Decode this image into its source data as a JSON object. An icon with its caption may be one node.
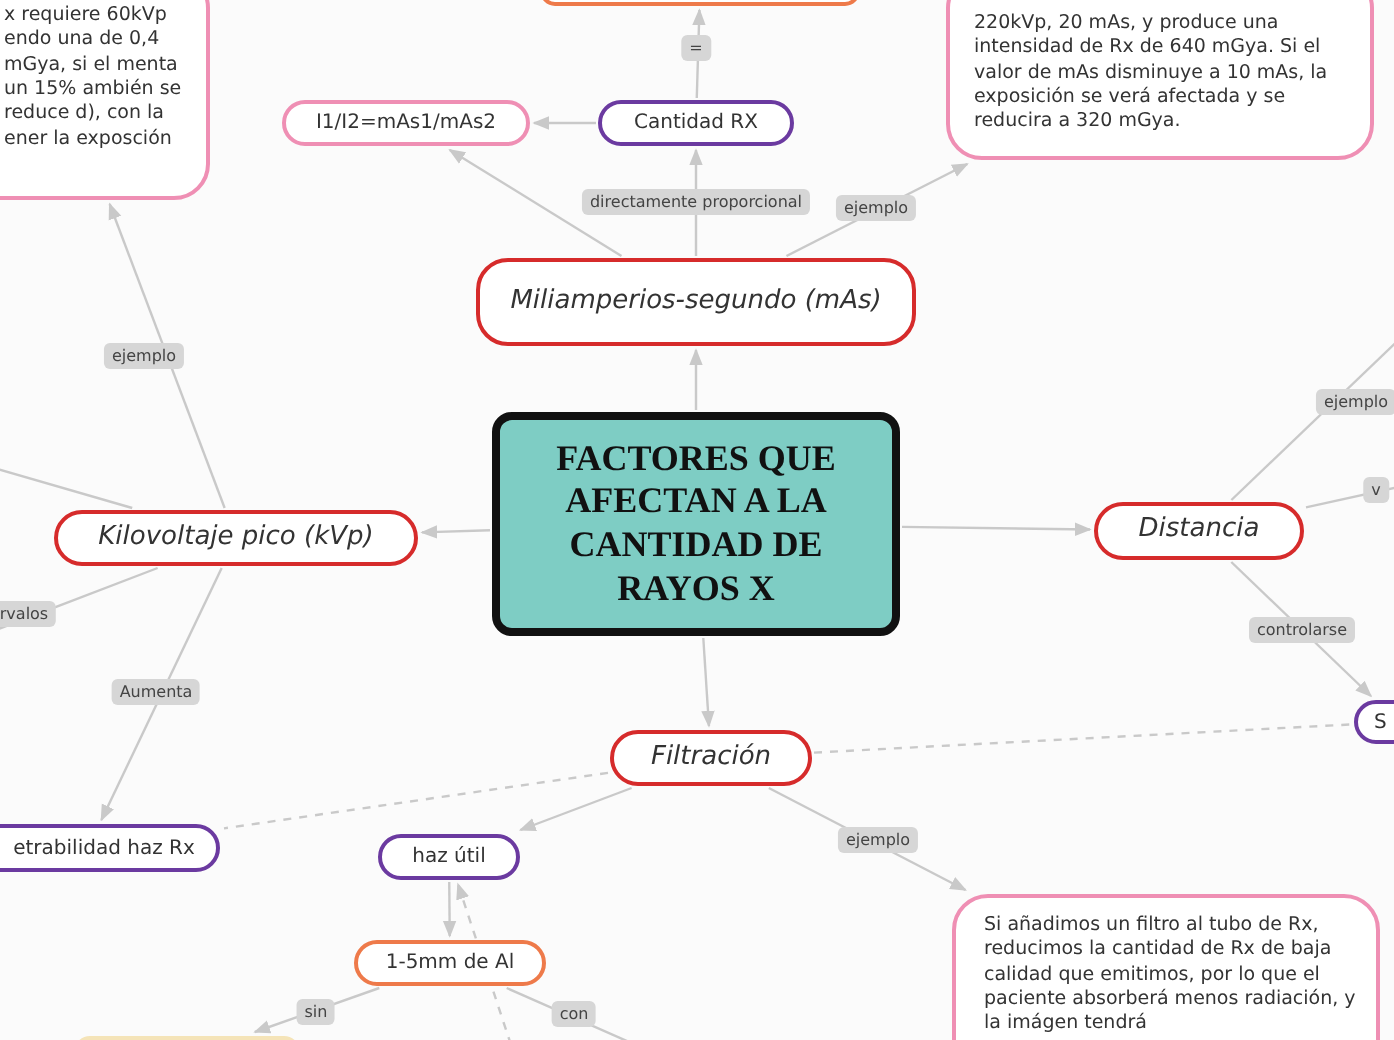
{
  "diagram": {
    "nodes": [
      {
        "text": [
          "FACTORES QUE AFECTAN A LA CANTIDAD DE RAYOS X"
        ]
      },
      {
        "text": [
          "Miliamperios-segundo (mAs)"
        ]
      },
      {
        "text": [
          "Cantidad RX"
        ]
      },
      {
        "text": [
          "I1/I2=mAs1/mAs2"
        ]
      },
      {
        "text": [],
        "shape": "box"
      },
      {
        "text": [
          "220kVp, 20 mAs, y produce una intensidad de Rx de 640 mGya. Si el valor de mAs disminuye a 10 mAs, la exposición se verá afectada y se reducira a 320 mGya."
        ]
      },
      {
        "text": [
          "x requiere 60kVp endo una de 0,4 mGya, si el menta un 15% ambién se reduce d), con la ener la exposción"
        ]
      },
      {
        "text": [
          "Kilovoltaje pico (kVp)"
        ]
      },
      {
        "text": [
          "etrabilidad haz Rx"
        ]
      },
      {
        "text": [
          "Distancia"
        ]
      },
      {
        "text": [
          "S"
        ]
      },
      {
        "text": [
          "Filtración"
        ]
      },
      {
        "text": [
          "haz útil"
        ]
      },
      {
        "text": [
          "1-5mm de Al"
        ]
      },
      {
        "text": [
          "Si añadimos un filtro al tubo de Rx, reducimos la cantidad de Rx de baja calidad que emitimos, por lo que el paciente absorberá menos radiación, y la imágen tendrá"
        ]
      },
      {
        "text": [],
        "shape": "box"
      }
    ],
    "edges": [
      {
        "from": 0,
        "to": 1,
        "arrow": "to"
      },
      {
        "from": 0,
        "to": 7,
        "arrow": "to"
      },
      {
        "from": 0,
        "to": 9,
        "arrow": "to"
      },
      {
        "from": 0,
        "to": 11,
        "arrow": "to"
      },
      {
        "from": 1,
        "to": 2,
        "arrow": "to",
        "label": "directamente proporcional"
      },
      {
        "from": 1,
        "to": 3,
        "arrow": "to"
      },
      {
        "from": 1,
        "to": 5,
        "arrow": "to",
        "label": "ejemplo"
      },
      {
        "from": 2,
        "to": 3,
        "arrow": "to"
      },
      {
        "from": 2,
        "to": 4,
        "arrow": "to",
        "label": "="
      },
      {
        "from": 7,
        "to": 6,
        "arrow": "to",
        "label": "ejemplo"
      },
      {
        "from": 7,
        "to": null,
        "arrow": "none"
      },
      {
        "from": 7,
        "to": null,
        "arrow": "none",
        "label": "rvalos"
      },
      {
        "from": 7,
        "to": 8,
        "arrow": "to",
        "label": "Aumenta"
      },
      {
        "from": 11,
        "to": 8,
        "arrow": "none",
        "style": "dashed"
      },
      {
        "from": 11,
        "to": 10,
        "arrow": "none",
        "style": "dashed"
      },
      {
        "from": 9,
        "to": null,
        "arrow": "none",
        "label": "ejemplo"
      },
      {
        "from": 9,
        "to": null,
        "arrow": "none",
        "label": "v"
      },
      {
        "from": 9,
        "to": 10,
        "arrow": "to",
        "label": "controlarse"
      },
      {
        "from": 11,
        "to": 12,
        "arrow": "to"
      },
      {
        "from": 11,
        "to": 14,
        "arrow": "to",
        "label": "ejemplo"
      },
      {
        "from": 12,
        "to": 13,
        "arrow": "to"
      },
      {
        "from": 13,
        "to": 15,
        "arrow": "to",
        "label": "sin"
      },
      {
        "from": 13,
        "to": null,
        "arrow": "none",
        "label": "con"
      },
      {
        "from": null,
        "to": 12,
        "arrow": "to",
        "style": "dashed"
      }
    ]
  }
}
